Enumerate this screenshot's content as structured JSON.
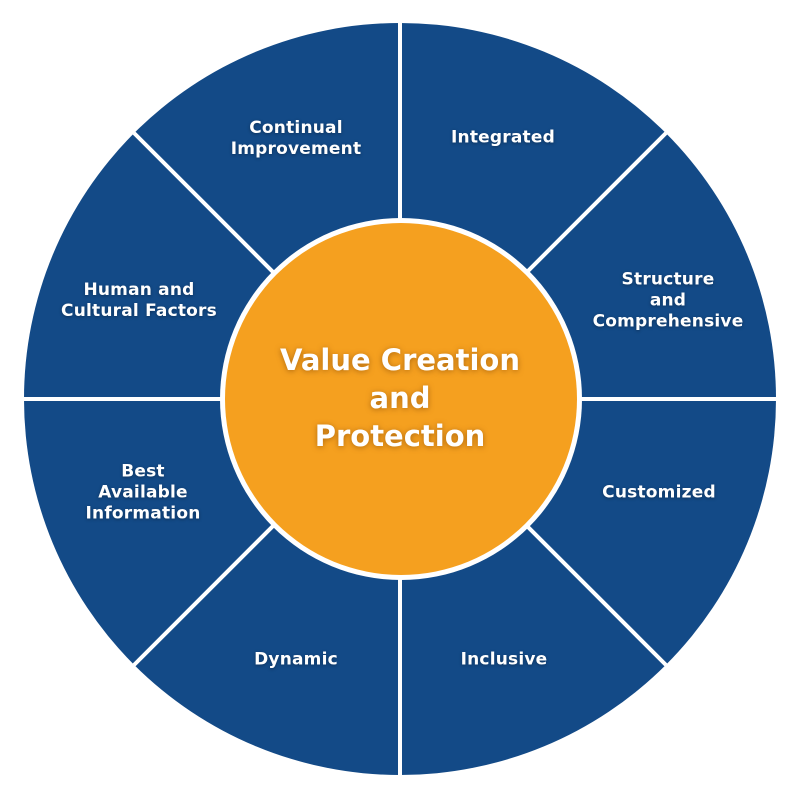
{
  "diagram": {
    "type": "wheel",
    "colors": {
      "segment_fill": "#134a87",
      "divider": "#ffffff",
      "center_fill": "#f5a01f",
      "center_border": "#ffffff",
      "text": "#ffffff"
    },
    "center": {
      "title": "Value Creation\nand\nProtection"
    },
    "segments": [
      {
        "label": "Integrated",
        "position": "top-right"
      },
      {
        "label": "Structure\nand\nComprehensive",
        "position": "right-upper"
      },
      {
        "label": "Customized",
        "position": "right-lower"
      },
      {
        "label": "Inclusive",
        "position": "bottom-right"
      },
      {
        "label": "Dynamic",
        "position": "bottom-left"
      },
      {
        "label": "Best\nAvailable\nInformation",
        "position": "left-lower"
      },
      {
        "label": "Human and\nCultural Factors",
        "position": "left-upper"
      },
      {
        "label": "Continual\nImprovement",
        "position": "top-left"
      }
    ]
  }
}
